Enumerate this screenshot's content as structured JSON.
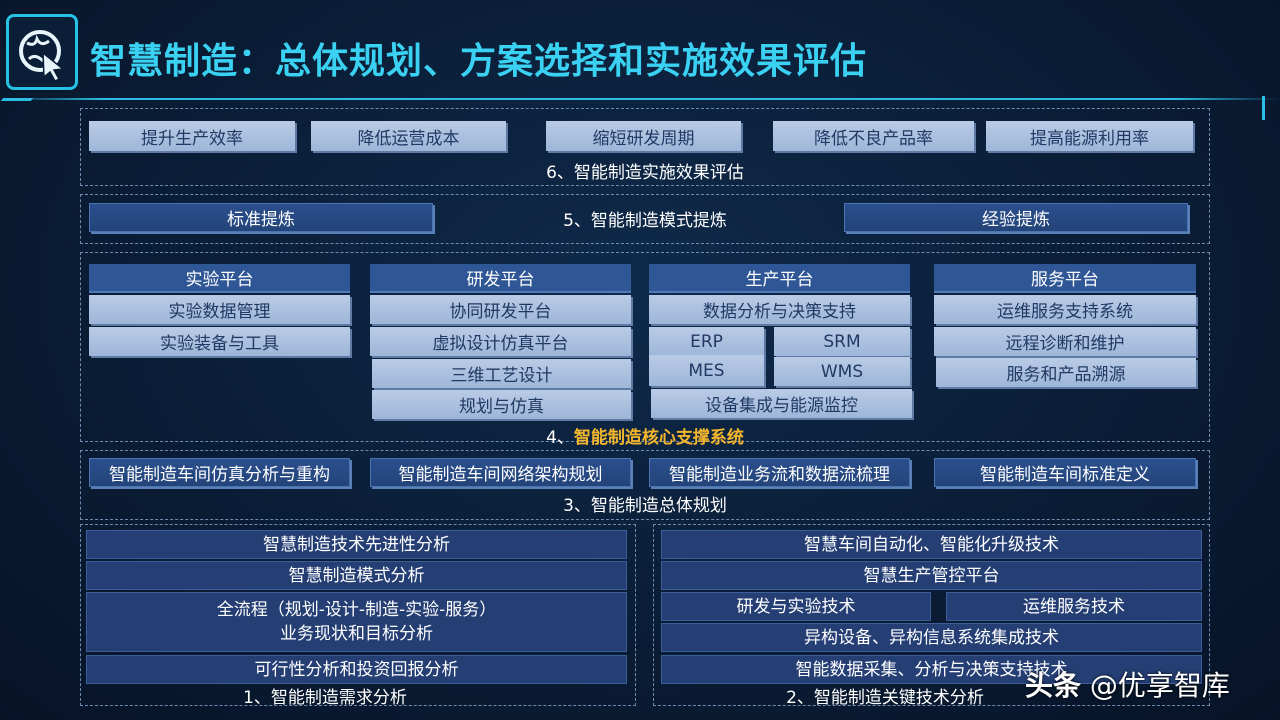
{
  "header": {
    "title": "智慧制造：总体规划、方案选择和实施效果评估"
  },
  "section6": {
    "label": "6、智能制造实施效果评估",
    "items": [
      "提升生产效率",
      "降低运营成本",
      "缩短研发周期",
      "降低不良产品率",
      "提高能源利用率"
    ]
  },
  "section5": {
    "label": "5、智能制造模式提炼",
    "left": "标准提炼",
    "right": "经验提炼"
  },
  "section4": {
    "label_prefix": "4、",
    "label_highlight": "智能制造核心支撑系统",
    "experiment": {
      "title": "实验平台",
      "items": [
        "实验数据管理",
        "实验装备与工具"
      ]
    },
    "rd": {
      "title": "研发平台",
      "items": [
        "协同研发平台",
        "虚拟设计仿真平台",
        "三维工艺设计",
        "规划与仿真"
      ]
    },
    "production": {
      "title": "生产平台",
      "top": "数据分析与决策支持",
      "grid": [
        "ERP",
        "SRM",
        "MES",
        "WMS"
      ],
      "bottom": "设备集成与能源监控"
    },
    "service": {
      "title": "服务平台",
      "items": [
        "运维服务支持系统",
        "远程诊断和维护",
        "服务和产品溯源"
      ]
    }
  },
  "section3": {
    "label": "3、智能制造总体规划",
    "items": [
      "智能制造车间仿真分析与重构",
      "智能制造车间网络架构规划",
      "智能制造业务流和数据流梳理",
      "智能制造车间标准定义"
    ]
  },
  "section1": {
    "label": "1、智能制造需求分析",
    "items": [
      "智慧制造技术先进性分析",
      "智慧制造模式分析"
    ],
    "process_line1": "全流程（规划-设计-制造-实验-服务）",
    "process_line2": "业务现状和目标分析",
    "last": "可行性分析和投资回报分析"
  },
  "section2": {
    "label": "2、智能制造关键技术分析",
    "items": [
      "智慧车间自动化、智能化升级技术",
      "智慧生产管控平台"
    ],
    "split_left": "研发与实验技术",
    "split_right": "运维服务技术",
    "integration": "异构设备、异构信息系统集成技术",
    "last": "智能数据采集、分析与决策支持技术"
  },
  "watermark": {
    "brand": "头条",
    "handle": "@优享智库"
  },
  "colors": {
    "title": "#3ad1f2",
    "highlight": "#f3b62c",
    "gray_box": "#b9cbe6",
    "blue_box": "#2b4f8e"
  }
}
